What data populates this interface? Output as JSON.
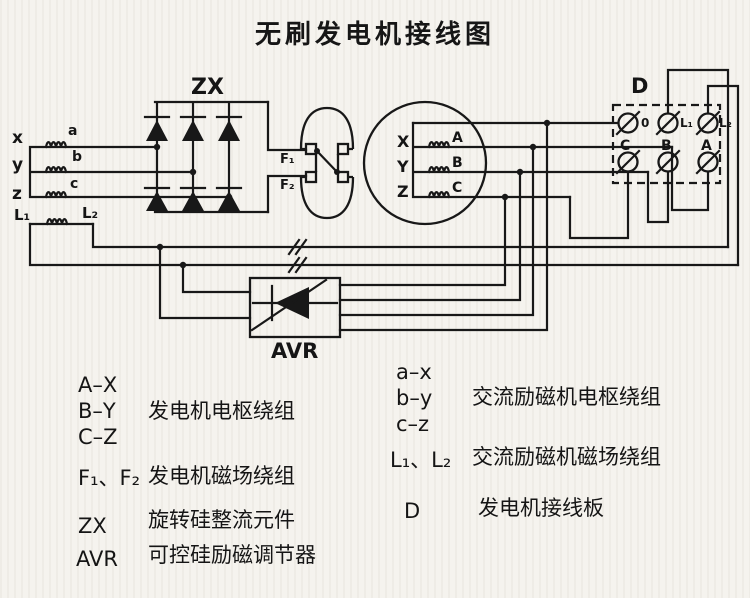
{
  "title": "无刷发电机接线图",
  "stator": {
    "x": "x",
    "y": "y",
    "z": "z",
    "a": "a",
    "b": "b",
    "c": "c"
  },
  "rectifier": {
    "label": "ZX"
  },
  "field_leads": {
    "f1": "F₁",
    "f2": "F₂"
  },
  "exciter_field": {
    "l1": "L₁",
    "l2": "L₂"
  },
  "exciter": {
    "X": "X",
    "Y": "Y",
    "Z": "Z",
    "A": "A",
    "B": "B",
    "C": "C"
  },
  "avr": {
    "label": "AVR"
  },
  "board": {
    "label": "D",
    "top_terminals": [
      "0",
      "L₁",
      "L₂"
    ],
    "bottom_terminals": [
      "C",
      "B",
      "A"
    ]
  },
  "legend": {
    "left": [
      {
        "lines": [
          "A–X",
          "B–Y",
          "C–Z"
        ],
        "desc": "发电机电枢绕组"
      },
      {
        "lines": [
          "F₁、F₂"
        ],
        "desc": "发电机磁场绕组"
      },
      {
        "lines": [
          "ZX"
        ],
        "desc": "旋转硅整流元件"
      },
      {
        "lines": [
          "AVR"
        ],
        "desc": "可控硅励磁调节器"
      }
    ],
    "right": [
      {
        "lines": [
          "a–x",
          "b–y",
          "c–z"
        ],
        "desc": "交流励磁机电枢绕组"
      },
      {
        "lines": [
          "L₁、L₂"
        ],
        "desc": "交流励磁机磁场绕组"
      },
      {
        "lines": [
          "D"
        ],
        "desc": "发电机接线板"
      }
    ]
  },
  "colors": {
    "ink": "#181818",
    "paper": "#f5f3ee"
  }
}
